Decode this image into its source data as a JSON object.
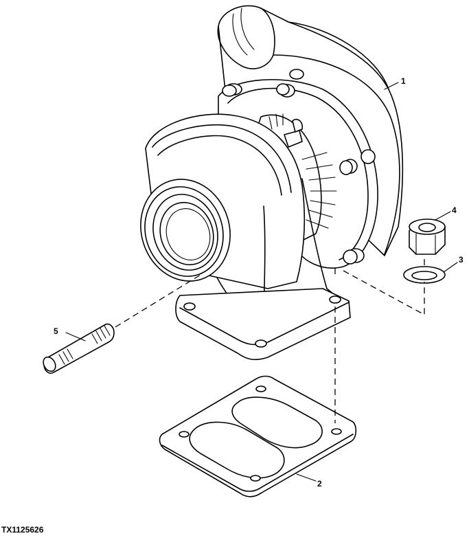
{
  "figure_code": "TX1125626",
  "callouts": {
    "c1": "1",
    "c2": "2",
    "c3": "3",
    "c4": "4",
    "c5": "5"
  }
}
